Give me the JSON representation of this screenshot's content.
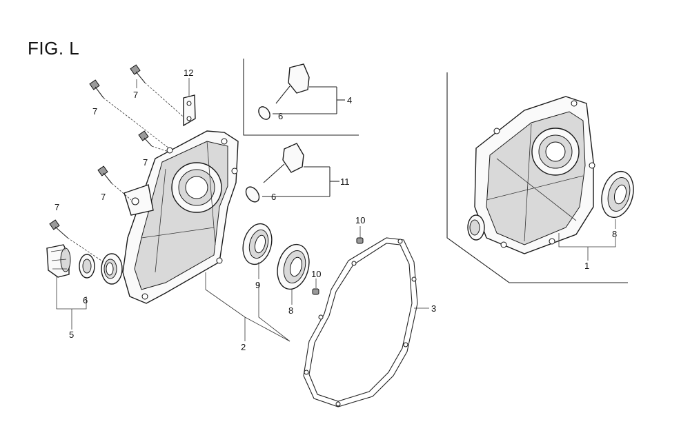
{
  "figure": {
    "title": "FIG. L"
  },
  "callouts": {
    "c1": "1",
    "c2": "2",
    "c3": "3",
    "c4": "4",
    "c5": "5",
    "c6a": "6",
    "c6b": "6",
    "c6c": "6",
    "c7a": "7",
    "c7b": "7",
    "c7c": "7",
    "c7d": "7",
    "c7e": "7",
    "c8a": "8",
    "c8b": "8",
    "c9": "9",
    "c10a": "10",
    "c10b": "10",
    "c11": "11",
    "c12": "12"
  }
}
